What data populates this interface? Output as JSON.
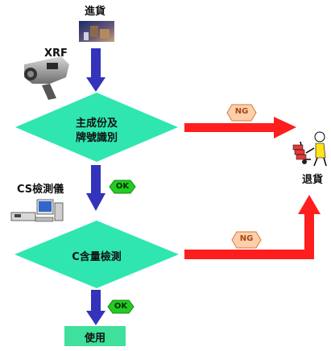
{
  "labels": {
    "incoming": "進貨",
    "xrf": "XRF",
    "decision1_line1": "主成份及",
    "decision1_line2": "牌號識別",
    "cs_instrument": "CS檢測儀",
    "decision2": "C含量檢測",
    "use": "使用",
    "return": "退貨",
    "ng1": "NG",
    "ng2": "NG",
    "ok1": "OK",
    "ok2": "OK"
  },
  "colors": {
    "decision_fill": "#2fe6b0",
    "use_fill": "#3fe09c",
    "flow_arrow": "#3333bb",
    "reject_arrow": "#ff1e1e",
    "ok_badge": "#22cc22",
    "ng_badge": "#ffcfaa"
  },
  "icons": {
    "incoming": "warehouse-worker-photo-icon",
    "xrf": "handheld-xrf-analyzer-icon",
    "cs_instrument": "lab-instrument-computer-icon",
    "return": "person-with-hand-truck-icon"
  }
}
